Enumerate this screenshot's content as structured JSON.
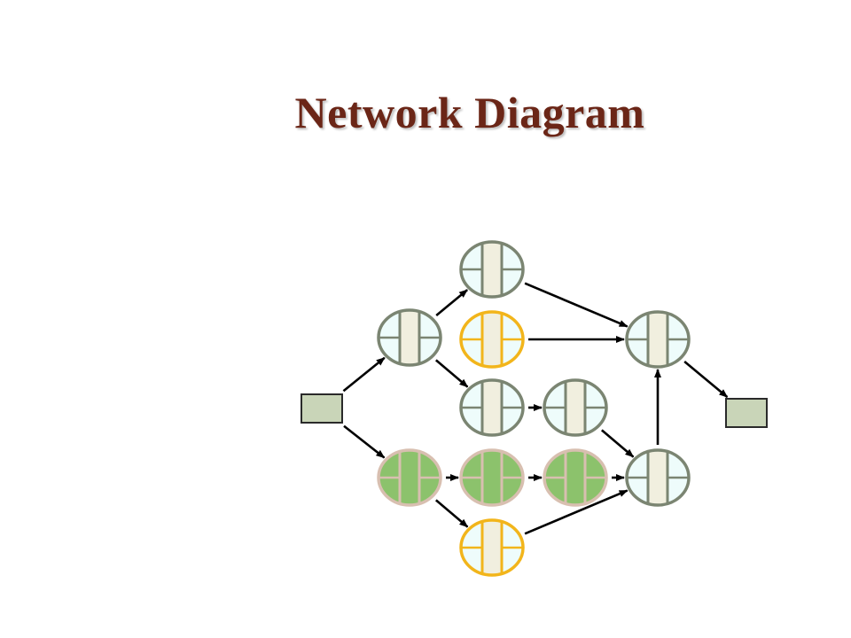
{
  "title": "Network Diagram",
  "colors": {
    "title": "#6b2617",
    "outline_gray": "#7b8572",
    "outline_orange": "#f2b51b",
    "outline_pink": "#d8bfb0",
    "fill_light": "#eefcfb",
    "fill_green": "#8cc26c",
    "center_cream": "#f1efdf",
    "terminal_fill": "#c9d5b8",
    "terminal_stroke": "#2a2a2a",
    "arrow": "#000000"
  },
  "nodes": [
    {
      "id": "start",
      "kind": "terminal"
    },
    {
      "id": "n1",
      "kind": "activity",
      "style": "normal"
    },
    {
      "id": "n2",
      "kind": "activity",
      "style": "normal"
    },
    {
      "id": "n3",
      "kind": "activity",
      "style": "highlight"
    },
    {
      "id": "n4",
      "kind": "activity",
      "style": "normal"
    },
    {
      "id": "n5",
      "kind": "activity",
      "style": "normal"
    },
    {
      "id": "n6",
      "kind": "activity",
      "style": "normal"
    },
    {
      "id": "n7",
      "kind": "activity",
      "style": "critical"
    },
    {
      "id": "n8",
      "kind": "activity",
      "style": "critical"
    },
    {
      "id": "n9",
      "kind": "activity",
      "style": "critical"
    },
    {
      "id": "n10",
      "kind": "activity",
      "style": "normal"
    },
    {
      "id": "n11",
      "kind": "activity",
      "style": "highlight"
    },
    {
      "id": "end",
      "kind": "terminal"
    }
  ],
  "edges": [
    {
      "from": "start",
      "to": "n1"
    },
    {
      "from": "start",
      "to": "n7"
    },
    {
      "from": "n1",
      "to": "n2"
    },
    {
      "from": "n1",
      "to": "n4"
    },
    {
      "from": "n2",
      "to": "n6"
    },
    {
      "from": "n3",
      "to": "n6"
    },
    {
      "from": "n4",
      "to": "n5"
    },
    {
      "from": "n5",
      "to": "n10"
    },
    {
      "from": "n7",
      "to": "n8"
    },
    {
      "from": "n7",
      "to": "n11"
    },
    {
      "from": "n8",
      "to": "n9"
    },
    {
      "from": "n9",
      "to": "n10"
    },
    {
      "from": "n11",
      "to": "n10"
    },
    {
      "from": "n10",
      "to": "n6"
    },
    {
      "from": "n6",
      "to": "end"
    }
  ]
}
